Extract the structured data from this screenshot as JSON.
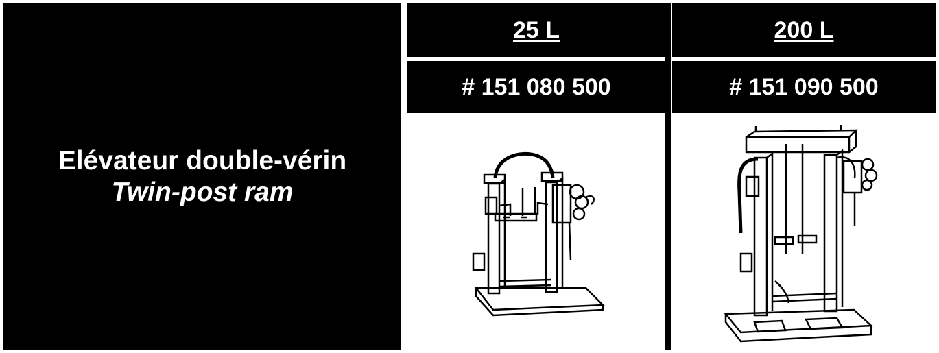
{
  "product": {
    "name_fr": "Elévateur double-vérin",
    "name_en": "Twin-post ram"
  },
  "columns": [
    {
      "size": "25 L",
      "ref": "# 151 080 500"
    },
    {
      "size": "200 L",
      "ref": "# 151 090 500"
    }
  ]
}
